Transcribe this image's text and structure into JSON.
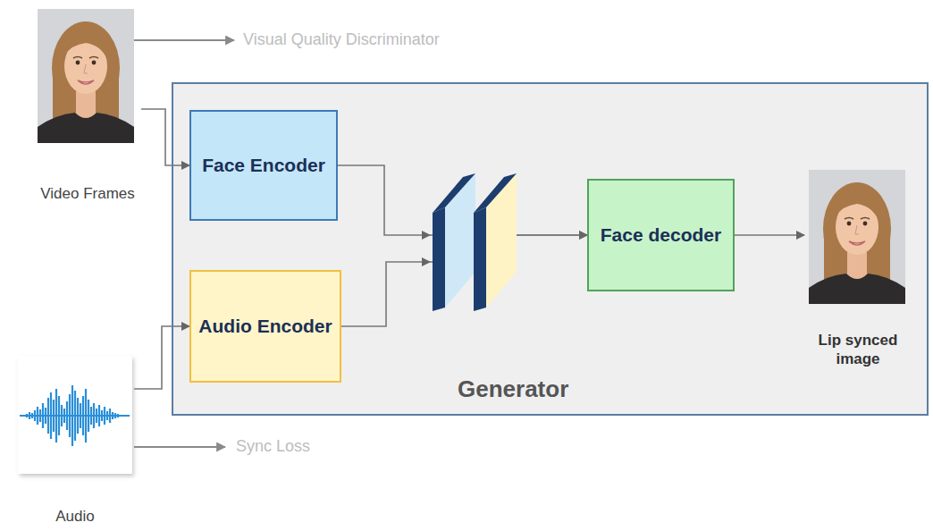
{
  "diagram": {
    "nodes": [
      {
        "text": [
          "Video Frames"
        ]
      },
      {
        "text": [
          "Generator"
        ]
      },
      {
        "text": [
          "Face Encoder"
        ],
        "in": 1
      },
      {
        "text": [
          "Audio Encoder"
        ],
        "in": 1
      },
      {
        "text": [
          "Face decoder"
        ],
        "in": 1
      },
      {
        "text": [
          "Lip synced image"
        ],
        "in": 1
      },
      {
        "text": [
          "Audio"
        ]
      }
    ],
    "edges": [
      {
        "from": 0,
        "to": 2,
        "arrow": "to"
      },
      {
        "from": 6,
        "to": 3,
        "arrow": "to"
      },
      {
        "from": 2,
        "to": 4,
        "arrow": "to"
      },
      {
        "from": 3,
        "to": 4,
        "arrow": "to"
      },
      {
        "from": 4,
        "to": 5,
        "arrow": "to"
      }
    ],
    "labels": [
      "Visual Quality Discriminator",
      "Sync Loss"
    ]
  }
}
